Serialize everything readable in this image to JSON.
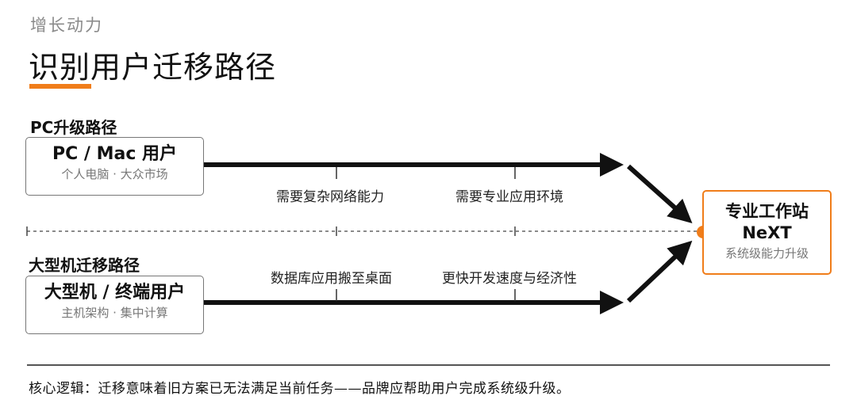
{
  "header": {
    "eyebrow": "增长动力",
    "title": "识别用户迁移路径",
    "accent_color": "#f07d1a"
  },
  "paths": {
    "pc": {
      "label": "PC升级路径",
      "source_title": "PC / Mac 用户",
      "source_subtitle": "个人电脑 · 大众市场",
      "steps": [
        "需要复杂网络能力",
        "需要专业应用环境"
      ]
    },
    "mainframe": {
      "label": "大型机迁移路径",
      "source_title": "大型机 / 终端用户",
      "source_subtitle": "主机架构 · 集中计算",
      "steps": [
        "数据库应用搬至桌面",
        "更快开发速度与经济性"
      ]
    }
  },
  "target": {
    "title_line1": "专业工作站",
    "title_line2": "NeXT",
    "subtitle": "系统级能力升级",
    "border_color": "#f07d1a",
    "dot_color": "#f07d1a"
  },
  "footer": {
    "text": "核心逻辑：迁移意味着旧方案已无法满足当前任务——品牌应帮助用户完成系统级升级。"
  }
}
